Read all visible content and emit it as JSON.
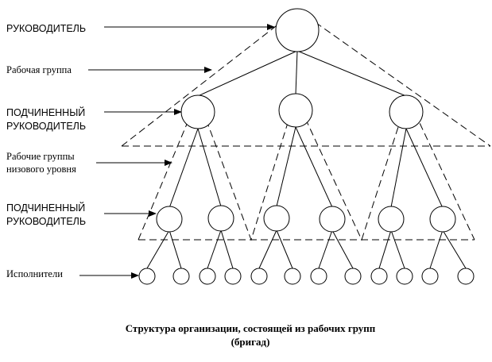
{
  "labels": {
    "leader": "РУКОВОДИТЕЛЬ",
    "work_group": "Рабочая группа",
    "sub1_line1": "ПОДЧИНЕННЫЙ",
    "sub1_line2": "РУКОВОДИТЕЛЬ",
    "lower_groups_line1": "Рабочие группы",
    "lower_groups_line2": "низового уровня",
    "sub2_line1": "ПОДЧИНЕННЫЙ",
    "sub2_line2": "РУКОВОДИТЕЛЬ",
    "executors": "Исполнители"
  },
  "caption": {
    "line1": "Структура организации, состоящей из рабочих групп",
    "line2": "(бригад)"
  }
}
